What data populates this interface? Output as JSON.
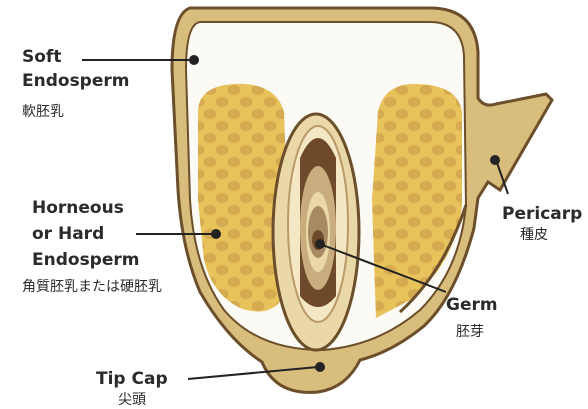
{
  "labels": {
    "soft_endosperm": {
      "en1": "Soft",
      "en2": "Endosperm",
      "jp": "軟胚乳"
    },
    "horneous": {
      "en1": "Horneous",
      "en2": "or Hard",
      "en3": "Endosperm",
      "jp": "角質胚乳または硬胚乳"
    },
    "tip_cap": {
      "en1": "Tip Cap",
      "jp": "尖頭"
    },
    "pericarp": {
      "en1": "Pericarp",
      "jp": "種皮"
    },
    "germ": {
      "en1": "Germ",
      "jp": "胚芽"
    }
  },
  "colors": {
    "outline": "#6b4e2a",
    "pericarp_fill": "#d8bd7c",
    "soft_endosperm": "#fbfaf4",
    "hard_endosperm": "#e8c25a",
    "hard_dots": "#cfa14c",
    "germ_light": "#ead8a8",
    "germ_tan": "#a88a62",
    "germ_dark": "#6e4a2a",
    "leader": "#222222"
  }
}
